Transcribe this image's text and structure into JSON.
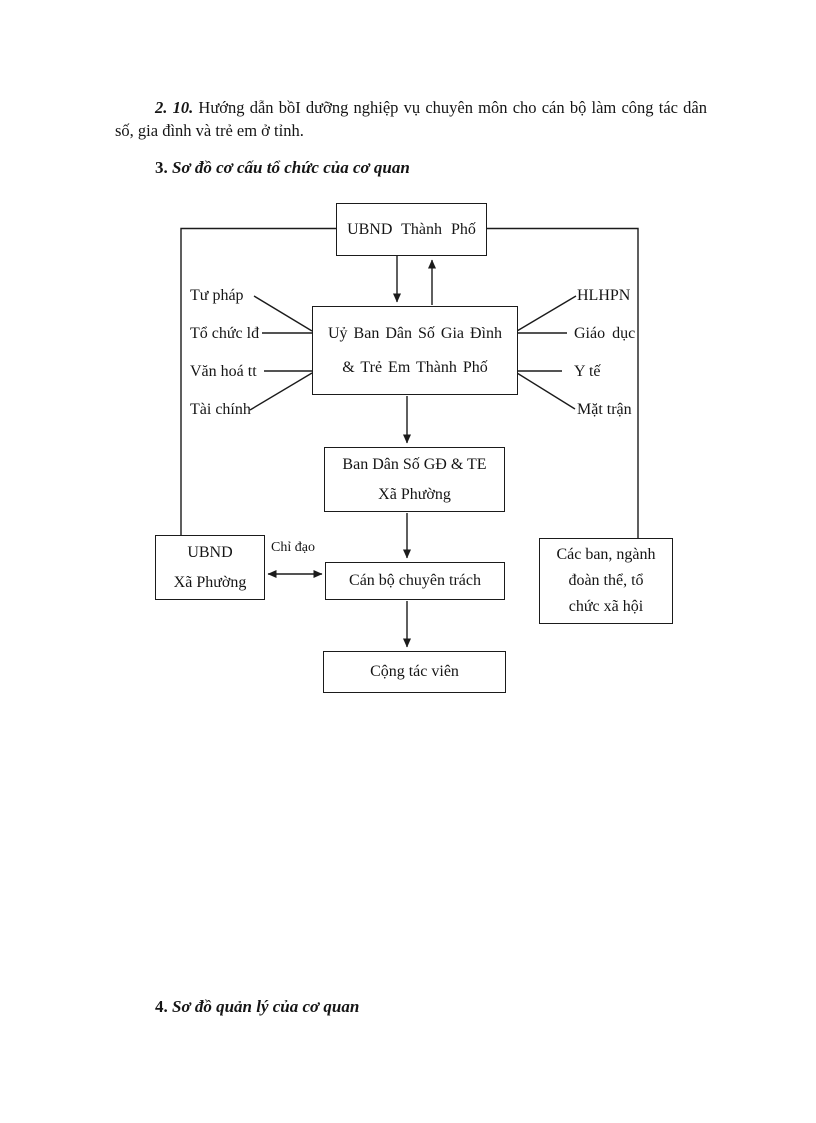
{
  "document": {
    "paragraph": {
      "prefix": "2. 10.",
      "body": "Hướng dẫn bồI dưỡng nghiệp vụ chuyên môn cho cán bộ làm công tác dân số, gia đình và trẻ em ở tỉnh."
    },
    "section3": {
      "number": "3.",
      "title": "Sơ đồ cơ cấu tổ chức của cơ quan"
    },
    "section4": {
      "number": "4.",
      "title": "Sơ đồ quản lý của cơ quan"
    }
  },
  "org_chart": {
    "boxes": {
      "ubnd_thanh_pho": "UBND Thành Phố",
      "uy_ban_line1": "Uỷ Ban Dân Số Gia Đình",
      "uy_ban_line2": "& Trẻ Em Thành Phố",
      "ban_dan_so_line1": "Ban Dân Số GĐ & TE",
      "ban_dan_so_line2": "Xã Phường",
      "ubnd_xa_phuong_line1": "UBND",
      "ubnd_xa_phuong_line2": "Xã Phường",
      "can_bo_chuyen_trach": "Cán bộ chuyên trách",
      "cac_ban_line1": "Các ban, ngành",
      "cac_ban_line2": "đoàn thể, tổ",
      "cac_ban_line3": "chức xã hội",
      "cong_tac_vien": "Cộng tác viên"
    },
    "left_links": [
      "Tư pháp",
      "Tổ chức lđ",
      "Văn hoá tt",
      "Tài chính"
    ],
    "right_links": [
      "HLHPN",
      "Giáo dục",
      "Y tế",
      "Mặt trận"
    ],
    "edge_label": "Chỉ đạo",
    "colors": {
      "ink": "#1b1b1b",
      "paper": "#ffffff"
    }
  }
}
